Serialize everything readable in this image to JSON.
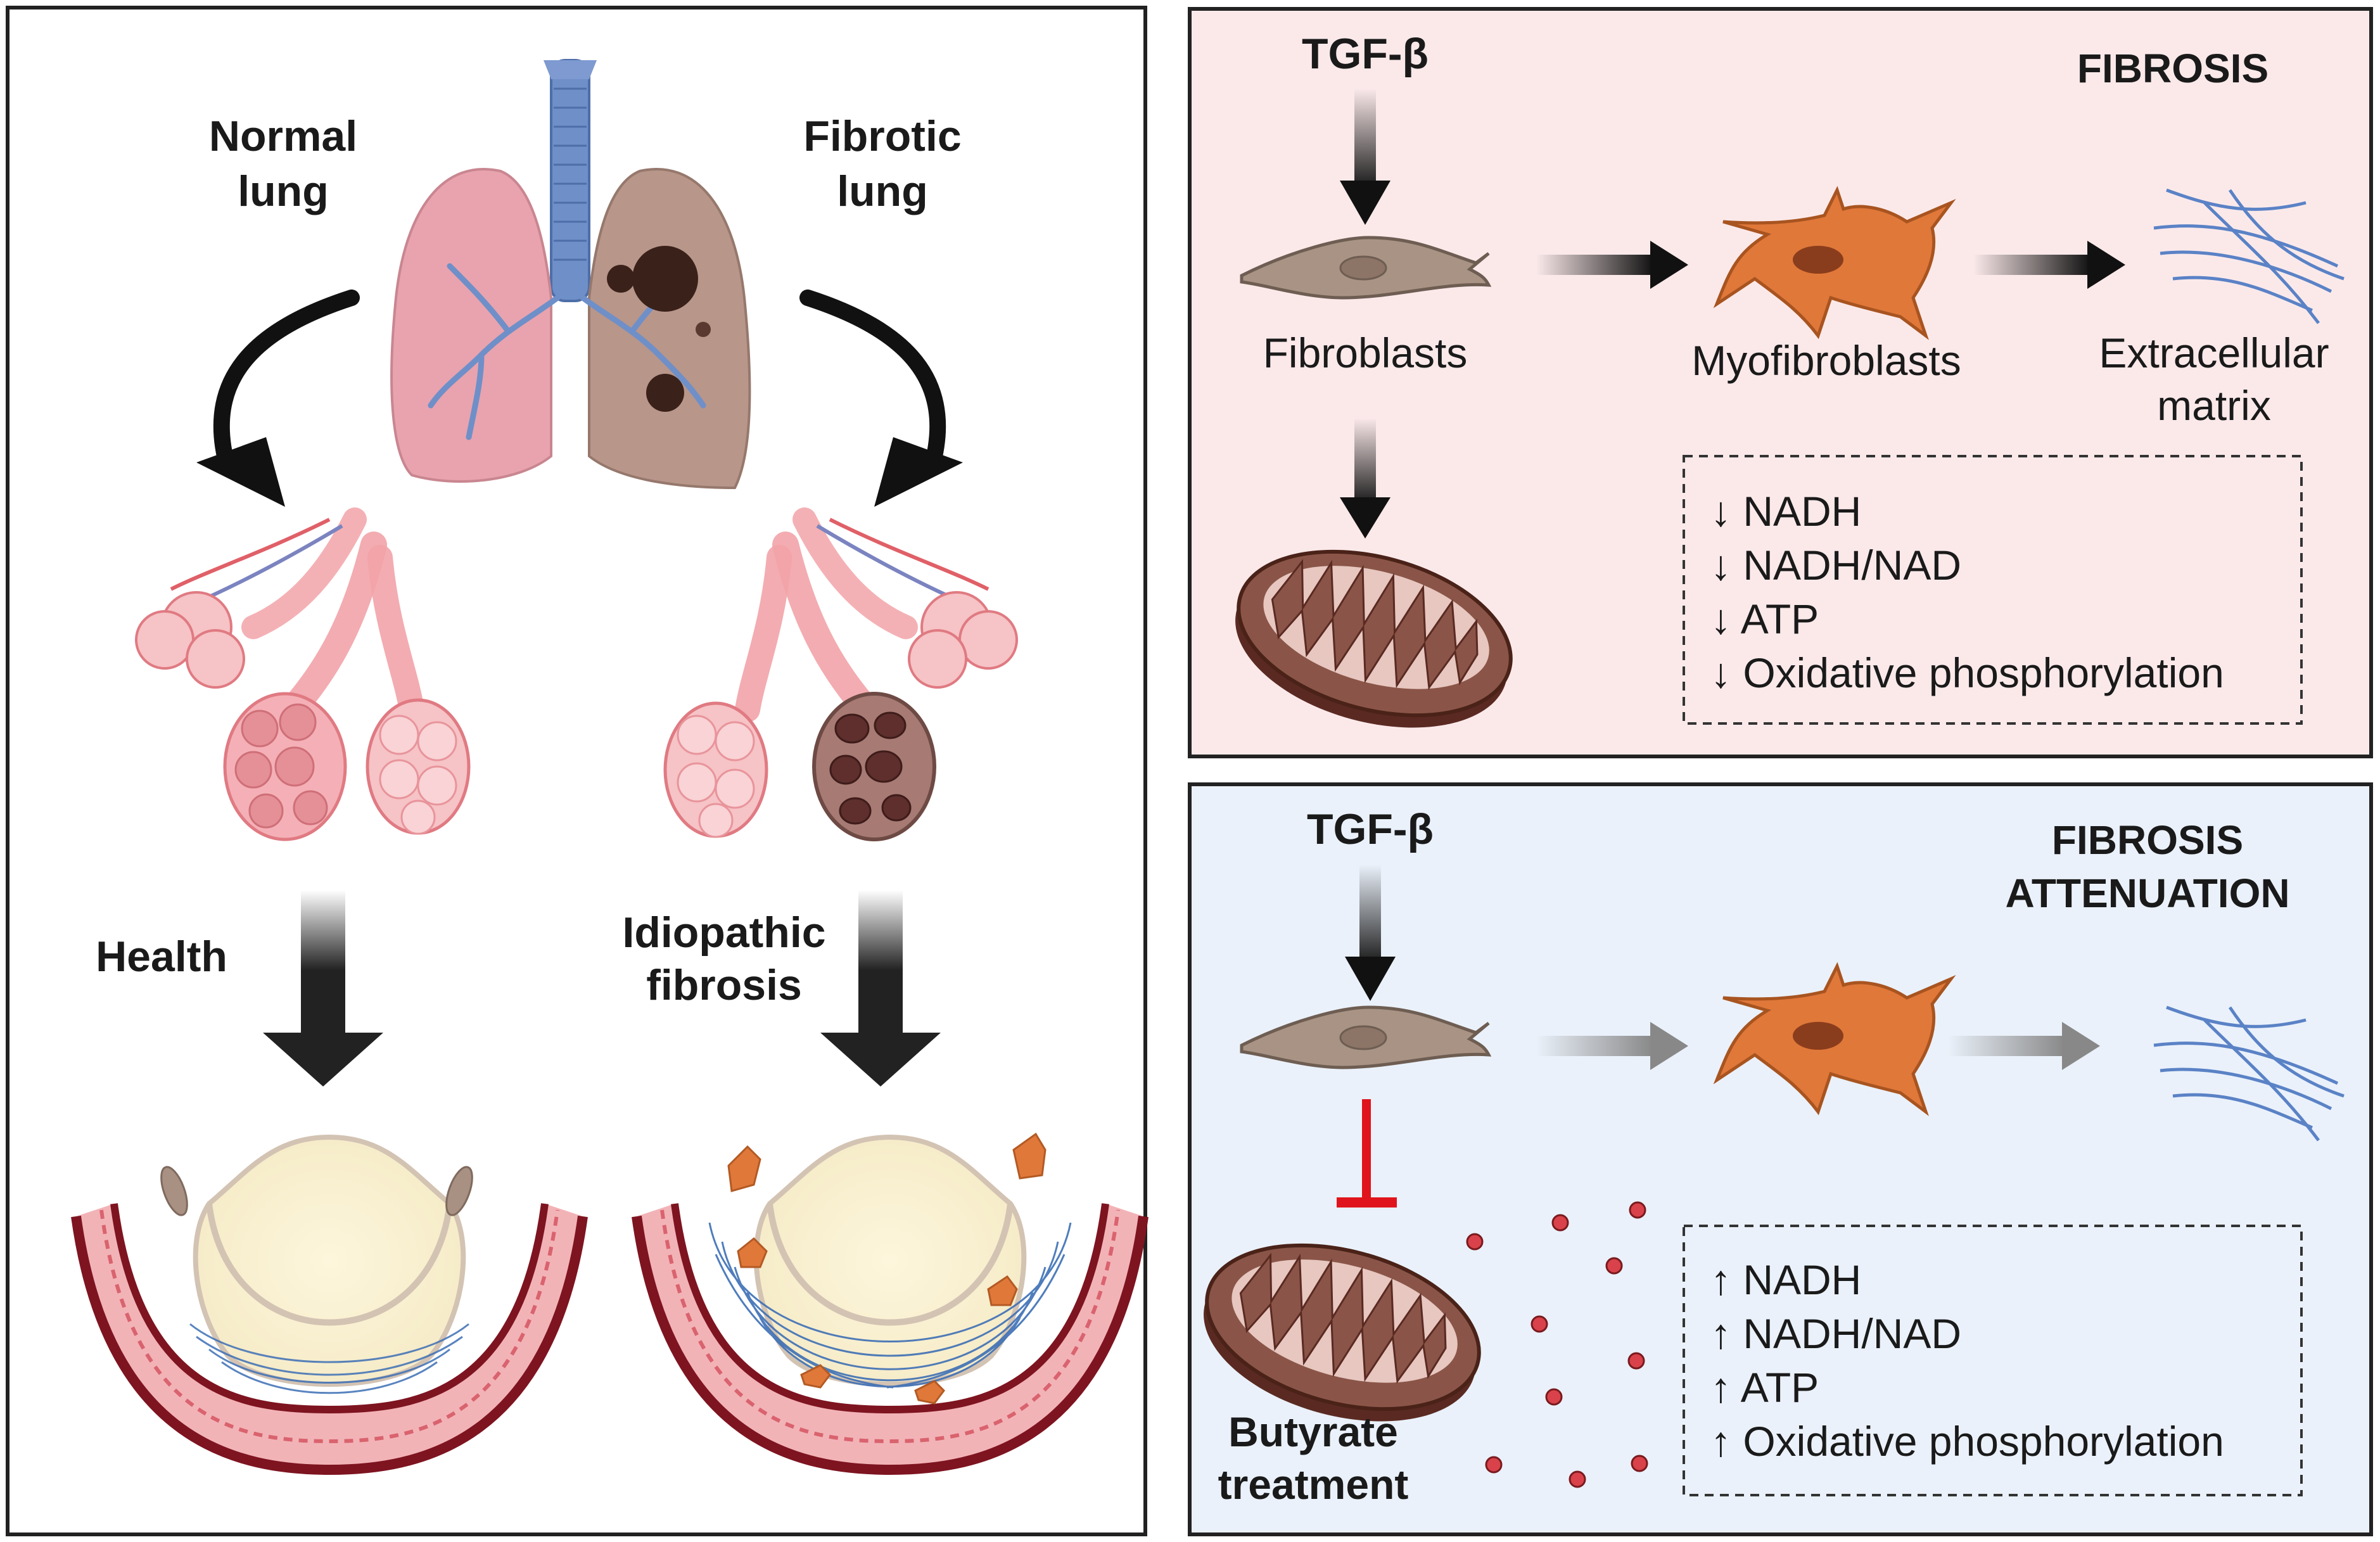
{
  "left_panel": {
    "normal_lung_line1": "Normal",
    "normal_lung_line2": "lung",
    "fibrotic_lung_line1": "Fibrotic",
    "fibrotic_lung_line2": "lung",
    "health_label": "Health",
    "idiopathic_line1": "Idiopathic",
    "idiopathic_line2": "fibrosis"
  },
  "fibrosis_panel": {
    "tgf_label": "TGF-β",
    "title": "FIBROSIS",
    "fibroblasts": "Fibroblasts",
    "myofibroblasts": "Myofibroblasts",
    "ecm_line1": "Extracellular",
    "ecm_line2": "matrix",
    "effects": [
      "↓ NADH",
      "↓ NADH/NAD",
      "↓ ATP",
      "↓ Oxidative phosphorylation"
    ]
  },
  "attenuation_panel": {
    "tgf_label": "TGF-β",
    "title_line1": "FIBROSIS",
    "title_line2": "ATTENUATION",
    "butyrate_line1": "Butyrate",
    "butyrate_line2": "treatment",
    "effects": [
      "↑ NADH",
      "↑ NADH/NAD",
      "↑ ATP",
      "↑ Oxidative phosphorylation"
    ]
  },
  "colors": {
    "fibrosis_bg": "#fbe9ea",
    "attenuation_bg": "#eaf1fa",
    "inhibitor_red": "#e0141c",
    "myofibroblast_orange": "#e0783a",
    "fibroblast_tan": "#a99384",
    "mitochondria_brown": "#8a5548",
    "lung_pink": "#e8a3ae",
    "trachea_blue": "#6f8fc8"
  }
}
